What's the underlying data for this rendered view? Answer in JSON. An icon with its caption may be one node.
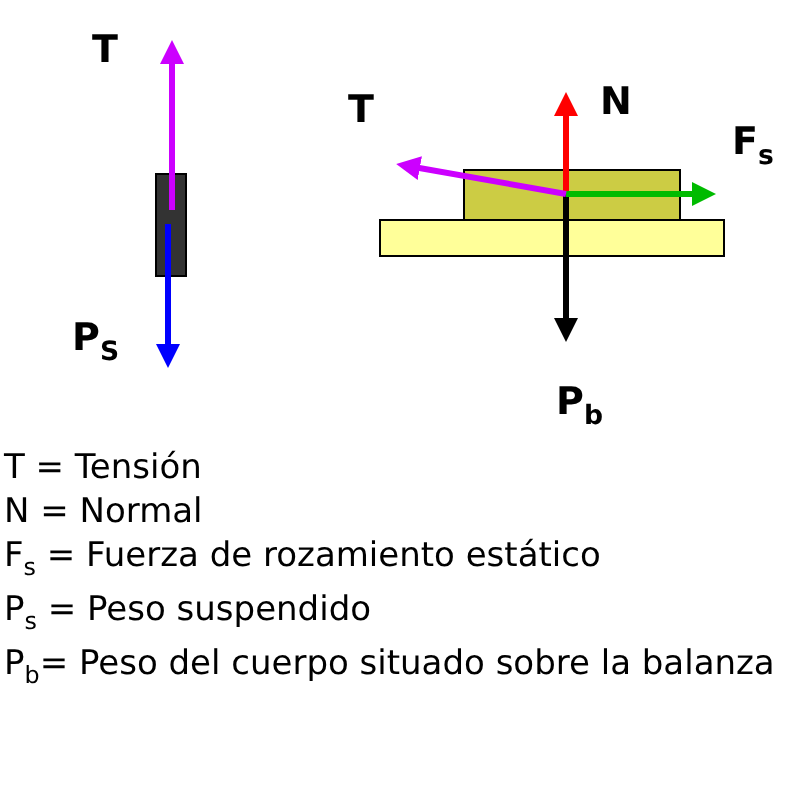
{
  "diagram": {
    "labels": [
      "T",
      "T",
      "N",
      "F$_{s}$",
      "P$_{S}$",
      "P$_{b}$",
      "T = Tensión",
      "N = Normal",
      "F$_{s}$ = Fuerza de rozamiento estático",
      "P$_{s}$ = Peso suspendido",
      "P$_{b}$= Peso del cuerpo situado sobre la balanza"
    ]
  }
}
